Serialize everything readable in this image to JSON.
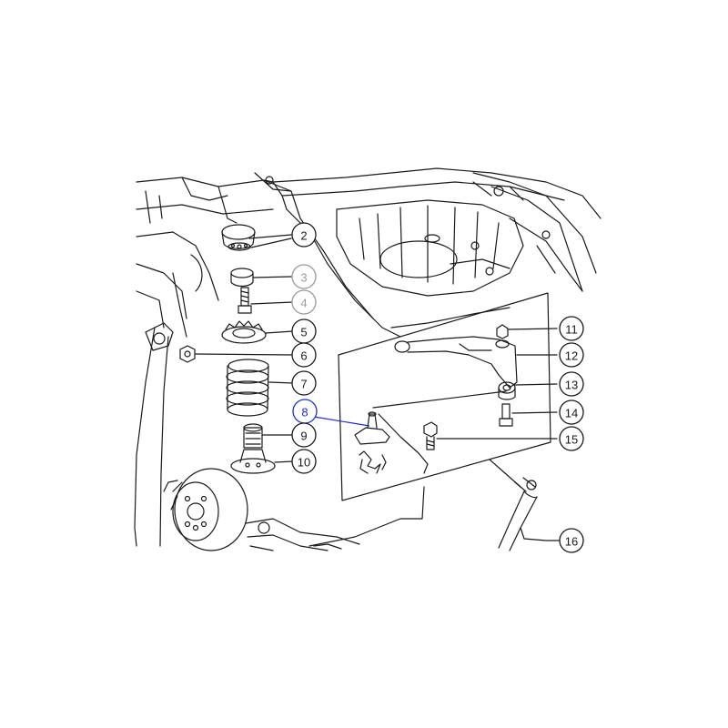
{
  "callouts": [
    {
      "id": "c2",
      "label": "2",
      "style": "normal"
    },
    {
      "id": "c3",
      "label": "3",
      "style": "faded"
    },
    {
      "id": "c4",
      "label": "4",
      "style": "faded"
    },
    {
      "id": "c5",
      "label": "5",
      "style": "normal"
    },
    {
      "id": "c6",
      "label": "6",
      "style": "normal"
    },
    {
      "id": "c7",
      "label": "7",
      "style": "normal"
    },
    {
      "id": "c8",
      "label": "8",
      "style": "highlight"
    },
    {
      "id": "c9",
      "label": "9",
      "style": "normal"
    },
    {
      "id": "c10",
      "label": "10",
      "style": "normal"
    },
    {
      "id": "c11",
      "label": "11",
      "style": "normal"
    },
    {
      "id": "c12",
      "label": "12",
      "style": "normal"
    },
    {
      "id": "c13",
      "label": "13",
      "style": "normal"
    },
    {
      "id": "c14",
      "label": "14",
      "style": "normal"
    },
    {
      "id": "c15",
      "label": "15",
      "style": "normal"
    },
    {
      "id": "c16",
      "label": "16",
      "style": "normal"
    }
  ],
  "colors": {
    "line": "#1a1a1a",
    "faded": "#9a9a9a",
    "highlight": "#1f2fd0",
    "background": "#ffffff"
  }
}
